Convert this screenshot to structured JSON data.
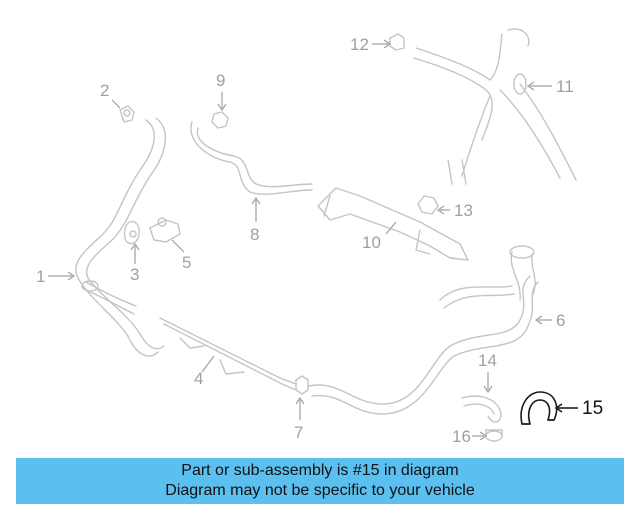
{
  "callouts": [
    "1",
    "2",
    "3",
    "4",
    "5",
    "6",
    "7",
    "8",
    "9",
    "10",
    "11",
    "12",
    "13",
    "14",
    "15",
    "16"
  ],
  "highlighted": "15",
  "banner": {
    "line1": "Part or sub-assembly is #15 in diagram",
    "line2": "Diagram may not be specific to your vehicle"
  },
  "colors": {
    "banner_bg": "#5bc0f0",
    "highlight_fill": "#5bc0f0",
    "part_stroke": "#c4c4c4"
  }
}
